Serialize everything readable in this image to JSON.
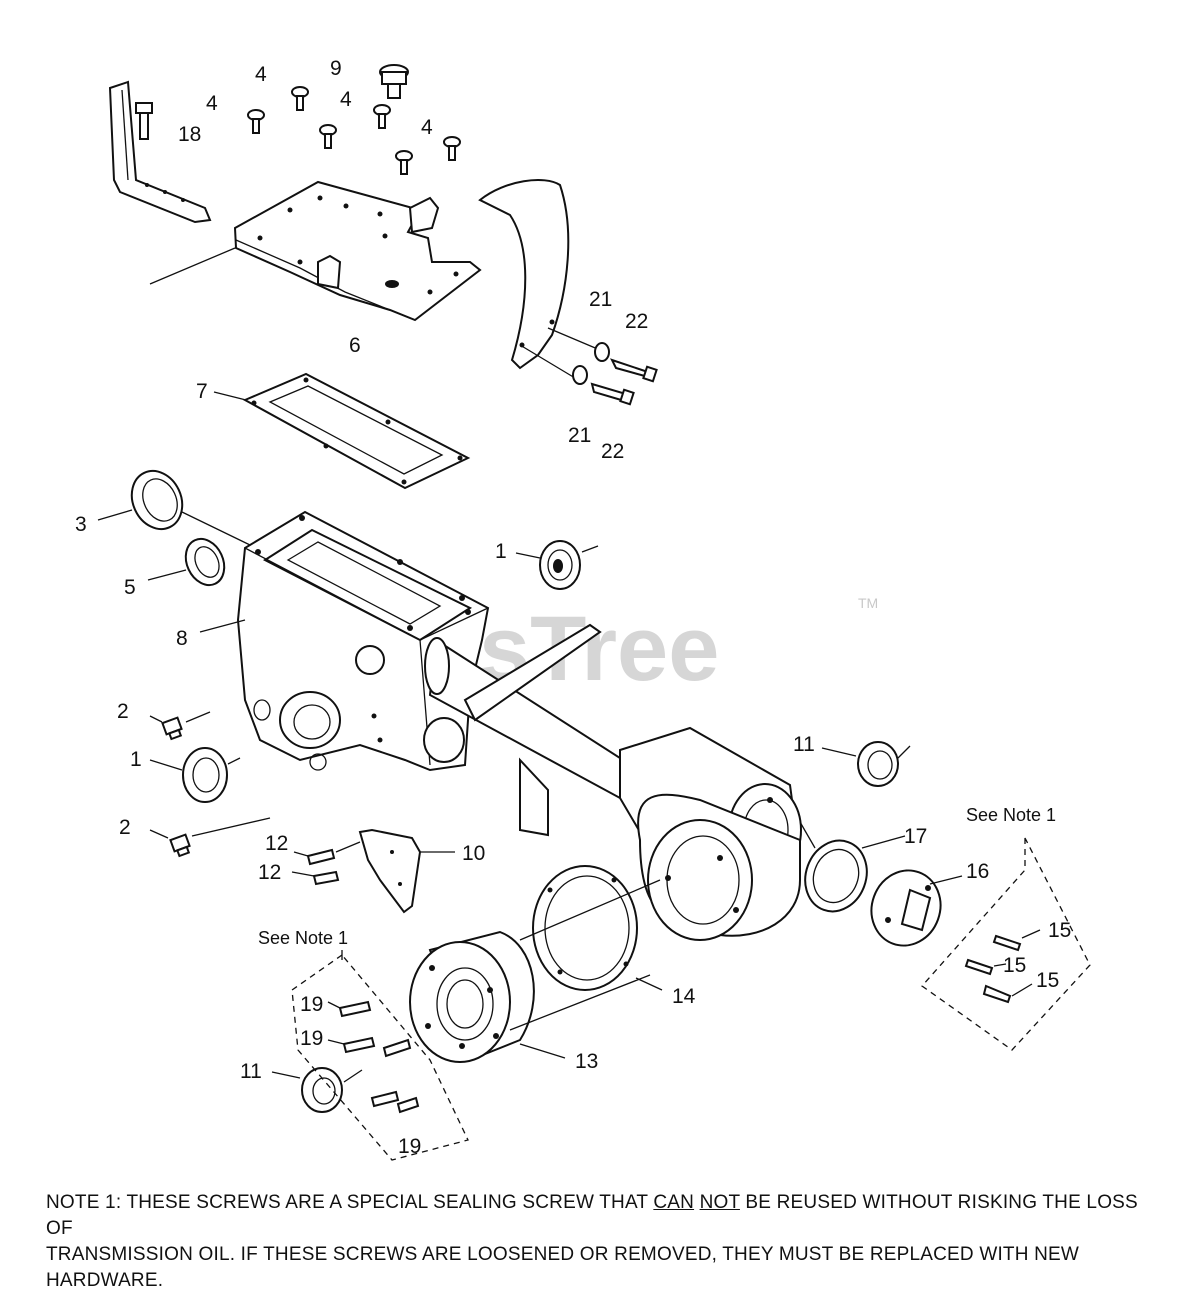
{
  "watermark": {
    "text": "PartsTree",
    "trademark": "TM"
  },
  "callouts": {
    "c4a": "4",
    "c4b": "4",
    "c4c": "4",
    "c4d": "4",
    "c9": "9",
    "c18": "18",
    "c6": "6",
    "c7": "7",
    "c21a": "21",
    "c22a": "22",
    "c21b": "21",
    "c22b": "22",
    "c3": "3",
    "c5": "5",
    "c8": "8",
    "c1a": "1",
    "c1b": "1",
    "c2a": "2",
    "c2b": "2",
    "c11a": "11",
    "c11b": "11",
    "c12a": "12",
    "c12b": "12",
    "c10": "10",
    "c17": "17",
    "c16": "16",
    "c15a": "15",
    "c15b": "15",
    "c15c": "15",
    "c14": "14",
    "c13": "13",
    "c19a": "19",
    "c19b": "19",
    "c19c": "19"
  },
  "notes": {
    "see_note_right": "See Note 1",
    "see_note_left": "See Note 1"
  },
  "footnote": {
    "prefix": "NOTE 1: THESE SCREWS ARE A SPECIAL SEALING SCREW THAT ",
    "can": "CAN",
    "not": "NOT",
    "suffix_line1": " BE REUSED WITHOUT RISKING THE LOSS OF",
    "line2": "TRANSMISSION OIL.  IF THESE SCREWS ARE LOOSENED OR REMOVED, THEY MUST BE REPLACED WITH NEW HARDWARE."
  }
}
